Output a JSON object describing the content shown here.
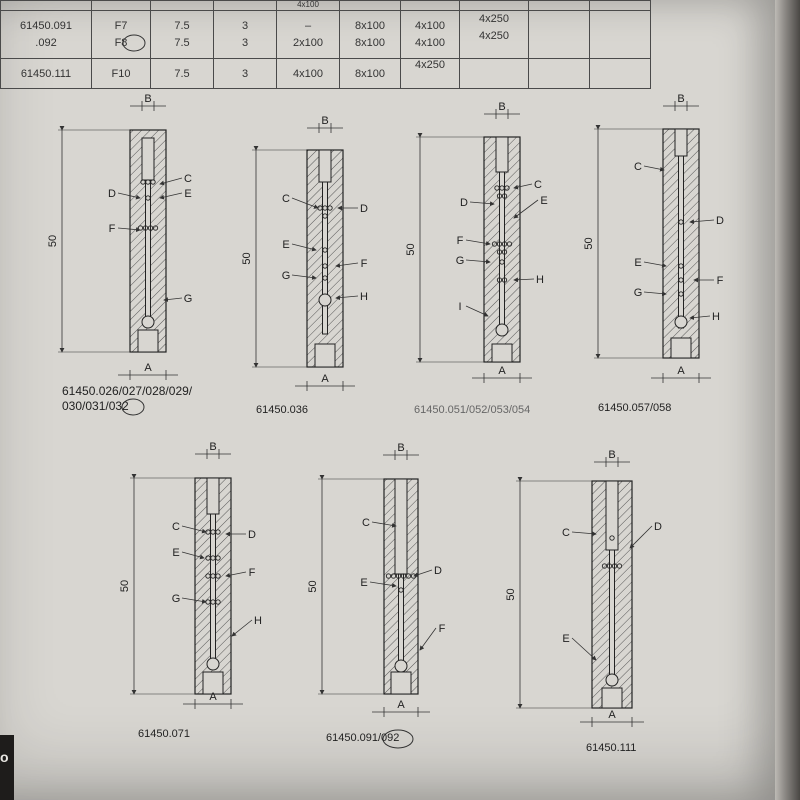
{
  "table": {
    "rows": [
      {
        "part": "",
        "code": "",
        "c2": "",
        "c3": "",
        "c4": "4x100",
        "c5": "",
        "c6": "",
        "c7": "",
        "c8": "",
        "c9": ""
      },
      {
        "part": "61450.091\n.092",
        "code": "F7\nF8",
        "c2": "7.5\n7.5",
        "c3": "3\n3",
        "c4": "–\n2x100",
        "c5": "8x100\n8x100",
        "c6": "4x100\n4x100",
        "c7": "4x250\n4x250",
        "c8": "",
        "c9": ""
      },
      {
        "part": "61450.111",
        "code": "F10",
        "c2": "7.5",
        "c3": "3",
        "c4": "4x100",
        "c5": "8x100",
        "c6": "4x250",
        "c7": "",
        "c8": "",
        "c9": ""
      }
    ]
  },
  "drawings": [
    {
      "id": "d1",
      "part_number": "61450.026/027/028/029/\n030/031/032",
      "dimension": "50",
      "labels": [
        "A",
        "B",
        "D",
        "E",
        "C",
        "F",
        "G"
      ]
    },
    {
      "id": "d2",
      "part_number": "61450.036",
      "dimension": "50",
      "labels": [
        "A",
        "B",
        "C",
        "D",
        "E",
        "F",
        "G",
        "H"
      ]
    },
    {
      "id": "d3",
      "part_number": "61450.051/052/053/054",
      "dimension": "50",
      "labels": [
        "A",
        "B",
        "C",
        "D",
        "E",
        "F",
        "G",
        "H",
        "I"
      ]
    },
    {
      "id": "d4",
      "part_number": "61450.057/058",
      "dimension": "50",
      "labels": [
        "A",
        "B",
        "C",
        "D",
        "E",
        "F",
        "G",
        "H"
      ]
    },
    {
      "id": "d5",
      "part_number": "61450.071",
      "dimension": "50",
      "labels": [
        "A",
        "B",
        "C",
        "D",
        "E",
        "F",
        "G",
        "H"
      ]
    },
    {
      "id": "d6",
      "part_number": "61450.091/092",
      "dimension": "50",
      "labels": [
        "A",
        "B",
        "C",
        "D",
        "E",
        "F"
      ]
    },
    {
      "id": "d7",
      "part_number": "61450.111",
      "dimension": "50",
      "labels": [
        "A",
        "B",
        "C",
        "D",
        "E"
      ]
    }
  ],
  "edge_mark": "o"
}
